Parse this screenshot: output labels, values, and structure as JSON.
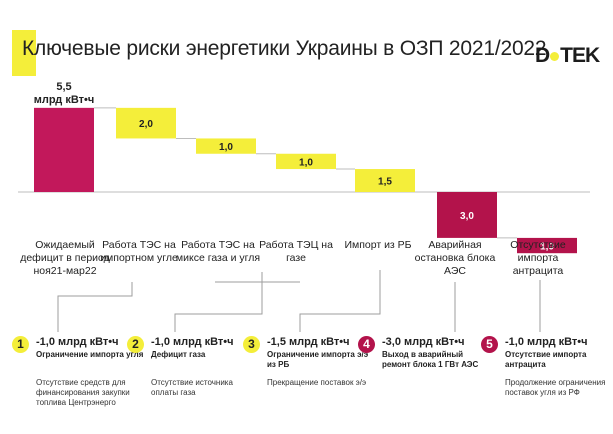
{
  "title": "Ключевые риски энергетики Украины в ОЗП 2021/2022",
  "logo": {
    "left": "D",
    "right": "TEK"
  },
  "colors": {
    "accent_yellow": "#f4ee3a",
    "accent_red": "#b3134b"
  },
  "chart_data": {
    "type": "waterfall",
    "unit_label": "млрд кВт•ч",
    "start_label": "5,5",
    "categories": [
      "Ожидаемый дефицит в период ноя21-мар22",
      "Работа ТЭС на импортном угле",
      "Работа ТЭС на миксе газа и угля",
      "Работа ТЭЦ на газе",
      "Импорт из РБ",
      "Аварийная остановка блока АЭС",
      "Отсутствие импорта антрацита"
    ],
    "value_labels": [
      "5,5",
      "2,0",
      "1,0",
      "1,0",
      "1,5",
      "3,0",
      "1,0"
    ],
    "values": [
      5.5,
      -2.0,
      -1.0,
      -1.0,
      -1.5,
      -3.0,
      -1.0
    ],
    "bar_colors": [
      "#c2185b",
      "#f4ee3a",
      "#f4ee3a",
      "#f4ee3a",
      "#f4ee3a",
      "#b3134b",
      "#b3134b"
    ]
  },
  "risks": [
    {
      "number": "1",
      "value": "-1,0 млрд кВт•ч",
      "heading": "Ограничение импорта угля",
      "description": "Отсутствие средств для финансирования закупки топлива Центрэнерго"
    },
    {
      "number": "2",
      "value": "-1,0 млрд кВт•ч",
      "heading": "Дефицит газа",
      "description": "Отсутствие источника оплаты газа"
    },
    {
      "number": "3",
      "value": "-1,5 млрд кВт•ч",
      "heading": "Ограничение импорта э/э из РБ",
      "description": "Прекращение поставок э/э"
    },
    {
      "number": "4",
      "value": "-3,0 млрд кВт•ч",
      "heading": "Выход в аварийный ремонт блока 1 ГВт АЭС",
      "description": ""
    },
    {
      "number": "5",
      "value": "-1,0 млрд кВт•ч",
      "heading": "Отсутствие импорта антрацита",
      "description": "Продолжение ограничения поставок угля из РФ"
    }
  ]
}
